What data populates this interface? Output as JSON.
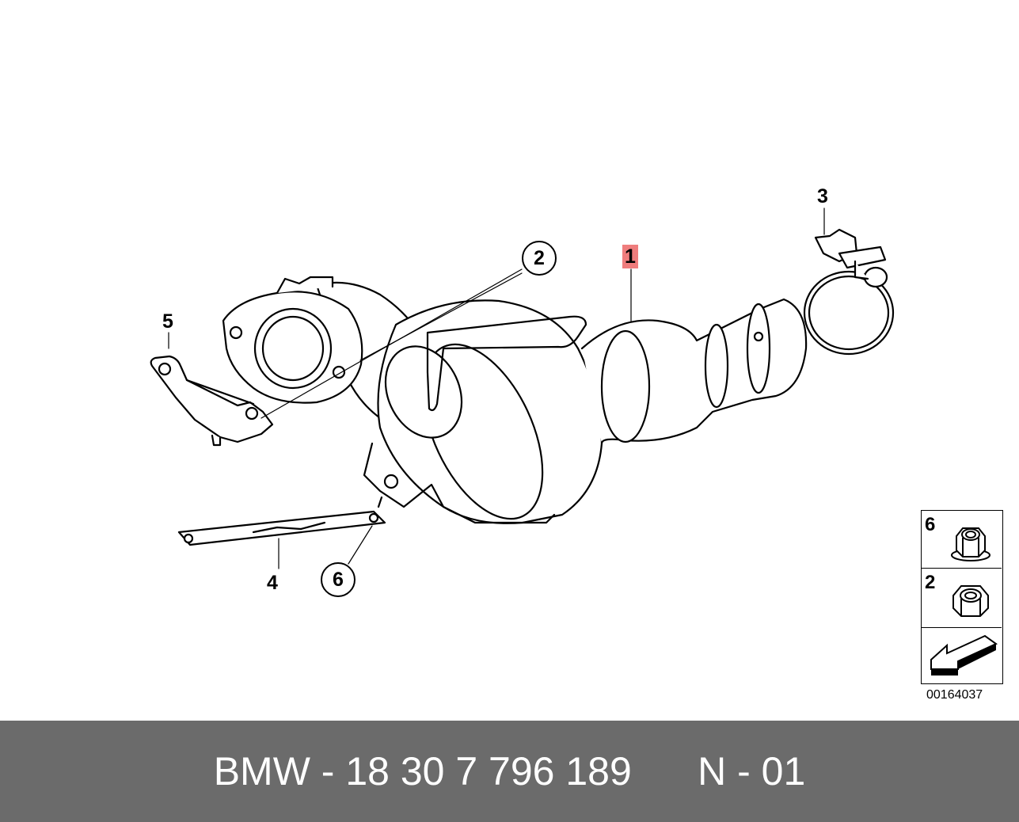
{
  "callouts": {
    "part_1": "1",
    "part_2": "2",
    "part_3": "3",
    "part_4": "4",
    "part_5": "5",
    "part_6": "6"
  },
  "legend": {
    "items": [
      {
        "number": "6",
        "icon": "hex-flange-nut-icon"
      },
      {
        "number": "2",
        "icon": "hex-nut-icon"
      },
      {
        "number": "",
        "icon": "arrow-direction-icon"
      }
    ]
  },
  "diagram_code": "00164037",
  "footer": {
    "part_number": "BMW - 18 30 7 796 189",
    "position": "N - 01"
  },
  "colors": {
    "highlight": "#ef7d7d",
    "footer_background": "#6b6b6b",
    "footer_text": "#ffffff"
  }
}
